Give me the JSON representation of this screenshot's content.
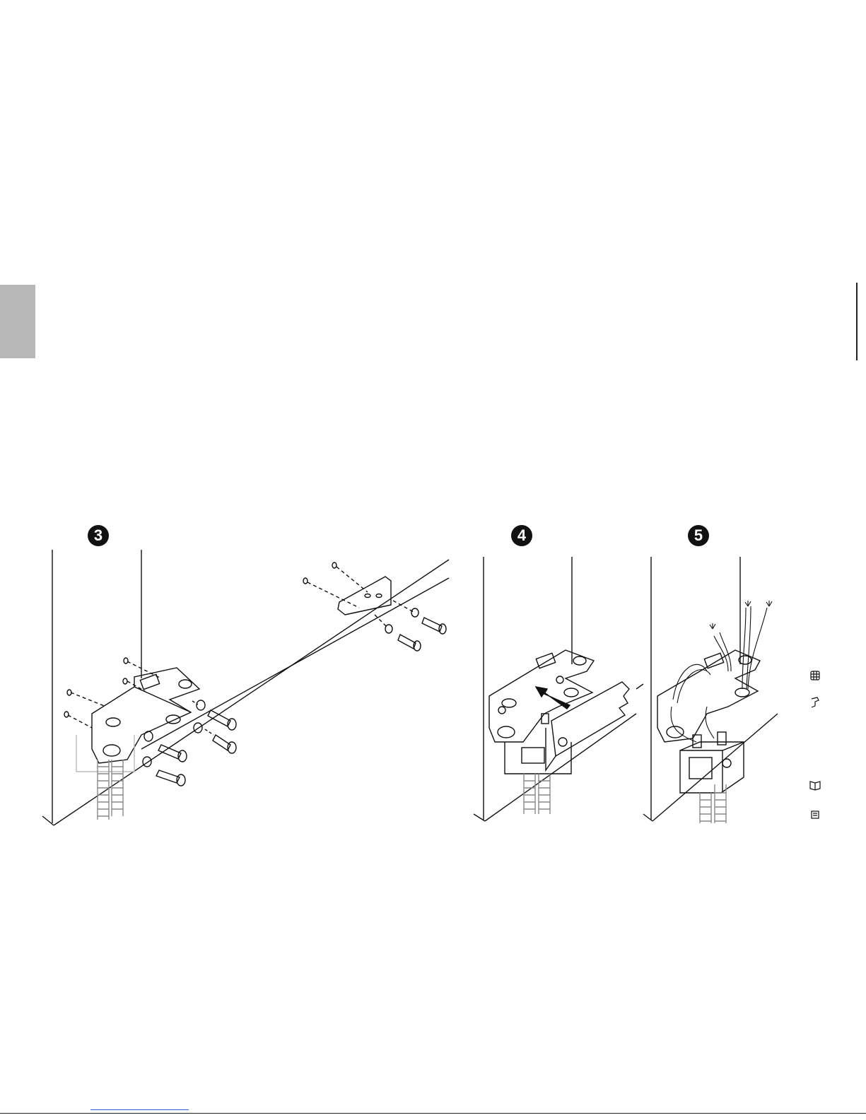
{
  "steps": [
    {
      "number": "3"
    },
    {
      "number": "4"
    },
    {
      "number": "5"
    }
  ],
  "legend_icons": [
    "grid-icon",
    "spray-gun-icon",
    "open-book-icon",
    "document-icon"
  ],
  "colors": {
    "ink": "#111111",
    "side_tab": "#b7b7b7",
    "link": "#2a5bd7"
  }
}
